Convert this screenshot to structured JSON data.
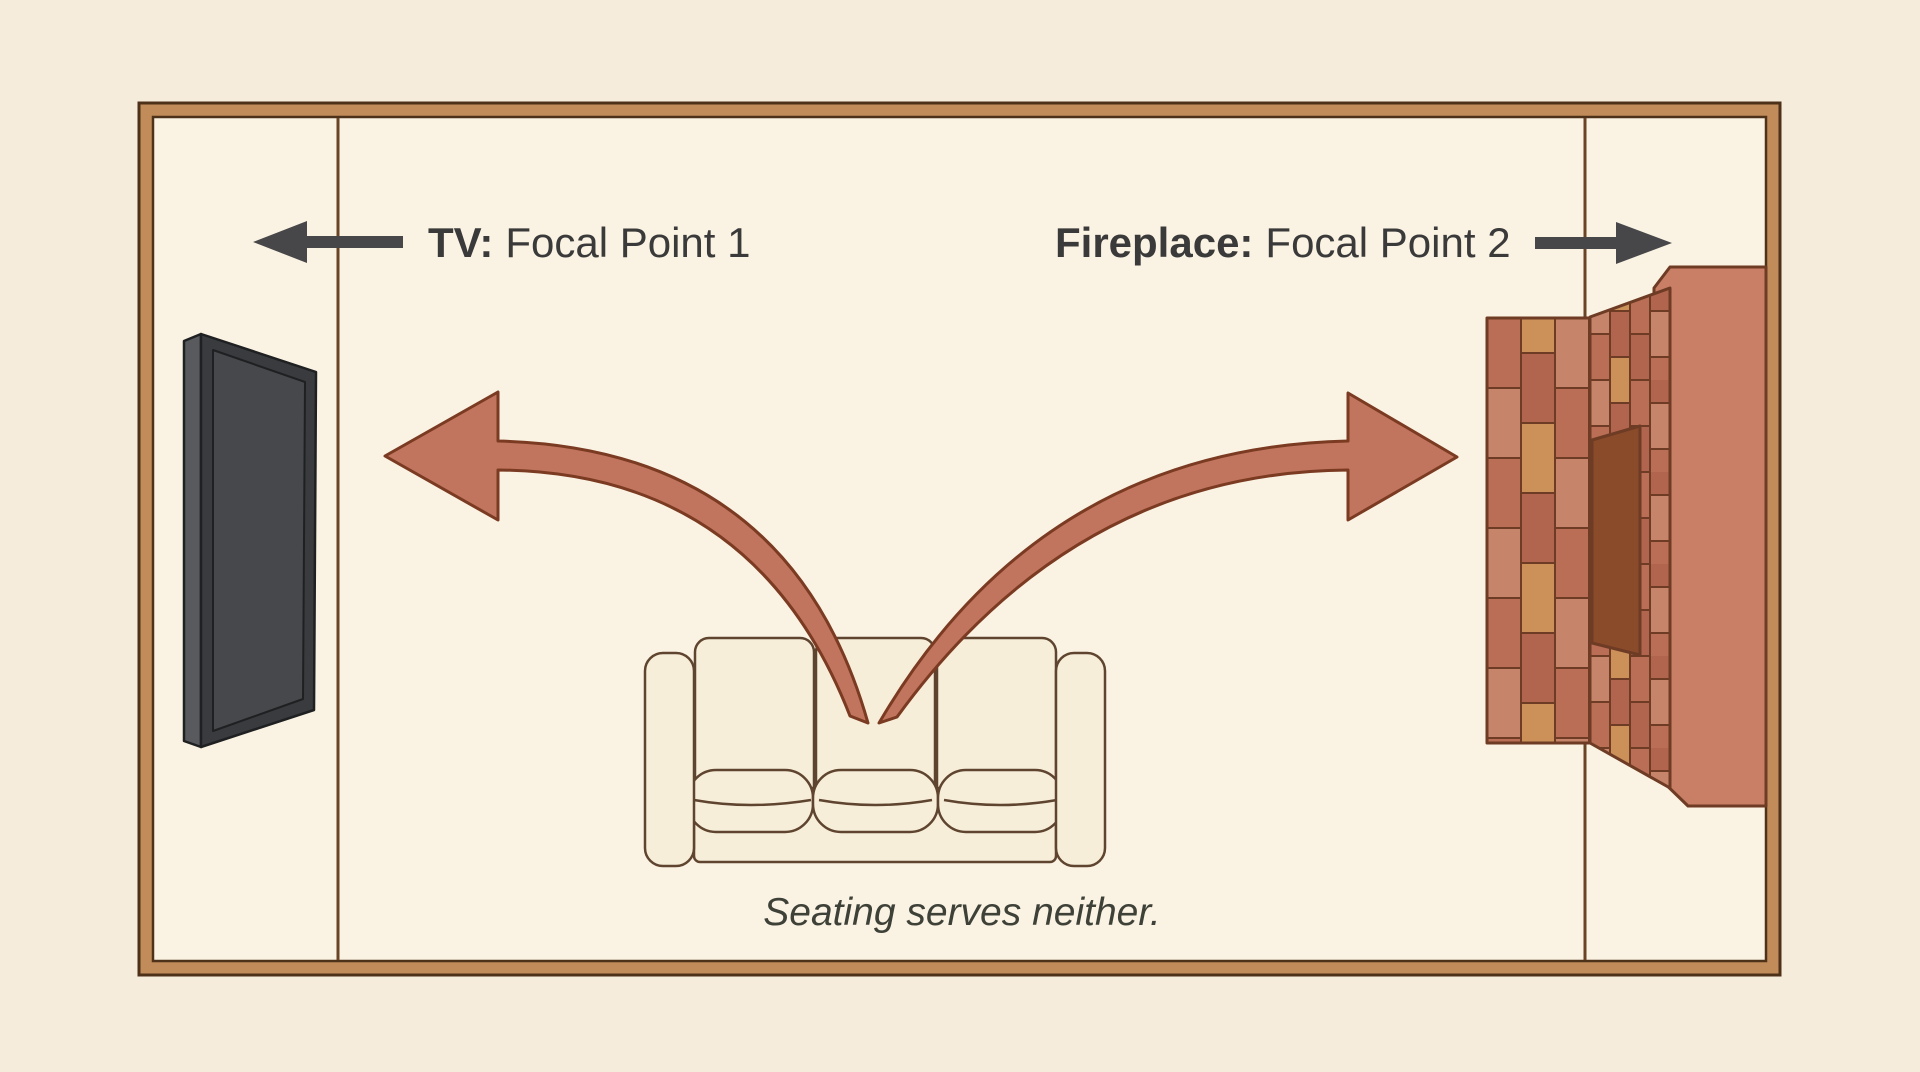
{
  "scene": {
    "label_left": {
      "bold": "TV:",
      "rest": "Focal Point 1"
    },
    "label_right": {
      "bold": "Fireplace:",
      "rest": "Focal Point 2"
    },
    "caption": "Seating serves neither."
  },
  "icons": {
    "left_label_arrow": "arrow-left-icon",
    "right_label_arrow": "arrow-right-icon",
    "flow_arrow_to_tv": "curved-arrow-left-icon",
    "flow_arrow_to_fireplace": "curved-arrow-right-icon"
  },
  "colors": {
    "canvas_bg": "#f5ecdb",
    "room_bg": "#faf2e2",
    "border_fill": "#c28c5a",
    "border_stroke": "#4e3119",
    "wall_line": "#6b4426",
    "tv_side": "#595a5e",
    "tv_frame": "#3a3b3e",
    "tv_screen": "#47484b",
    "tv_stroke": "#1f2022",
    "sofa_fill": "#f7eeda",
    "sofa_stroke": "#5f4530",
    "flow_arrow_fill": "#c1755e",
    "flow_arrow_stroke": "#7b3a22",
    "label_arrow": "#47474a",
    "label_text": "#3a3a3a",
    "caption_text": "#3e4138",
    "brick_a": "#b96e55",
    "brick_b": "#cb9159",
    "brick_c": "#c6846b",
    "brick_d": "#b2654e",
    "brick_mortar": "#6e3b24",
    "chimney_fill": "#c97e66",
    "firebox_fill": "#8a4b2b"
  }
}
